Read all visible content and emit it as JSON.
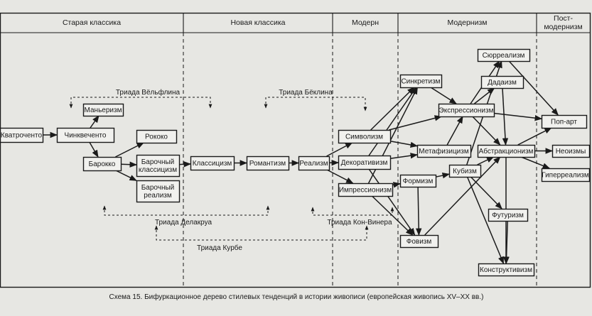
{
  "periods": [
    {
      "id": "old",
      "label": "Старая классика"
    },
    {
      "id": "new",
      "label": "Новая классика"
    },
    {
      "id": "modern",
      "label": "Модерн"
    },
    {
      "id": "modernism",
      "label": "Модернизм"
    },
    {
      "id": "post",
      "label_lines": [
        "Пост-",
        "модернизм"
      ]
    }
  ],
  "nodes": [
    {
      "id": "kvatrochento",
      "lines": [
        "Кватроченто"
      ]
    },
    {
      "id": "chinkvechento",
      "lines": [
        "Чинквеченто"
      ]
    },
    {
      "id": "manierizm",
      "lines": [
        "Маньеризм"
      ]
    },
    {
      "id": "barokko",
      "lines": [
        "Барокко"
      ]
    },
    {
      "id": "rokoko",
      "lines": [
        "Рококо"
      ]
    },
    {
      "id": "bar_klass",
      "lines": [
        "Барочный",
        "классицизм"
      ]
    },
    {
      "id": "bar_real",
      "lines": [
        "Барочный",
        "реализм"
      ]
    },
    {
      "id": "klassicizm",
      "lines": [
        "Классицизм"
      ]
    },
    {
      "id": "romantizm",
      "lines": [
        "Романтизм"
      ]
    },
    {
      "id": "realizm",
      "lines": [
        "Реализм"
      ]
    },
    {
      "id": "simvolizm",
      "lines": [
        "Символизм"
      ]
    },
    {
      "id": "dekorativizm",
      "lines": [
        "Декоративизм"
      ]
    },
    {
      "id": "impressionizm",
      "lines": [
        "Импрессионизм"
      ]
    },
    {
      "id": "sinkretizm",
      "lines": [
        "Синкретизм"
      ]
    },
    {
      "id": "formizm",
      "lines": [
        "Формизм"
      ]
    },
    {
      "id": "fovizm",
      "lines": [
        "Фовизм"
      ]
    },
    {
      "id": "metafizicizm",
      "lines": [
        "Метафизицизм"
      ]
    },
    {
      "id": "ekspressionizm",
      "lines": [
        "Экспрессионизм"
      ]
    },
    {
      "id": "syurrealizm",
      "lines": [
        "Сюрреализм"
      ]
    },
    {
      "id": "dadaizm",
      "lines": [
        "Дадаизм"
      ]
    },
    {
      "id": "kubizm",
      "lines": [
        "Кубизм"
      ]
    },
    {
      "id": "abstrakcionizm",
      "lines": [
        "Абстракционизм"
      ]
    },
    {
      "id": "futurizm",
      "lines": [
        "Футуризм"
      ]
    },
    {
      "id": "konstruktivizm",
      "lines": [
        "Конструктивизм"
      ]
    },
    {
      "id": "pop_art",
      "lines": [
        "Поп-арт"
      ]
    },
    {
      "id": "neosizmy",
      "lines": [
        "Неоизмы"
      ]
    },
    {
      "id": "giperrealizm",
      "lines": [
        "Гиперреализм"
      ]
    }
  ],
  "edges": [
    [
      "kvatrochento",
      "chinkvechento"
    ],
    [
      "chinkvechento",
      "manierizm"
    ],
    [
      "chinkvechento",
      "barokko"
    ],
    [
      "barokko",
      "rokoko"
    ],
    [
      "barokko",
      "bar_klass"
    ],
    [
      "barokko",
      "bar_real"
    ],
    [
      "bar_klass",
      "klassicizm"
    ],
    [
      "klassicizm",
      "romantizm"
    ],
    [
      "romantizm",
      "realizm"
    ],
    [
      "realizm",
      "simvolizm"
    ],
    [
      "realizm",
      "dekorativizm"
    ],
    [
      "realizm",
      "impressionizm"
    ],
    [
      "simvolizm",
      "sinkretizm"
    ],
    [
      "simvolizm",
      "ekspressionizm"
    ],
    [
      "simvolizm",
      "metafizicizm"
    ],
    [
      "dekorativizm",
      "sinkretizm"
    ],
    [
      "dekorativizm",
      "metafizicizm"
    ],
    [
      "impressionizm",
      "sinkretizm"
    ],
    [
      "impressionizm",
      "formizm"
    ],
    [
      "impressionizm",
      "fovizm"
    ],
    [
      "formizm",
      "kubizm"
    ],
    [
      "formizm",
      "fovizm"
    ],
    [
      "dekorativizm",
      "fovizm"
    ],
    [
      "fovizm",
      "abstrakcionizm"
    ],
    [
      "metafizicizm",
      "ekspressionizm"
    ],
    [
      "sinkretizm",
      "ekspressionizm"
    ],
    [
      "ekspressionizm",
      "syurrealizm"
    ],
    [
      "ekspressionizm",
      "dadaizm"
    ],
    [
      "ekspressionizm",
      "abstrakcionizm"
    ],
    [
      "ekspressionizm",
      "pop_art"
    ],
    [
      "dadaizm",
      "abstrakcionizm"
    ],
    [
      "kubizm",
      "abstrakcionizm"
    ],
    [
      "kubizm",
      "futurizm"
    ],
    [
      "kubizm",
      "konstruktivizm"
    ],
    [
      "kubizm",
      "syurrealizm"
    ],
    [
      "futurizm",
      "konstruktivizm"
    ],
    [
      "abstrakcionizm",
      "konstruktivizm"
    ],
    [
      "abstrakcionizm",
      "pop_art"
    ],
    [
      "abstrakcionizm",
      "neosizmy"
    ],
    [
      "abstrakcionizm",
      "giperrealizm"
    ],
    [
      "syurrealizm",
      "pop_art"
    ]
  ],
  "triads": [
    {
      "id": "wolfflin",
      "label": "Триада Вёльфлина"
    },
    {
      "id": "boecklin",
      "label": "Триада   Бёклина"
    },
    {
      "id": "delacroix",
      "label": "Триада Делакруа"
    },
    {
      "id": "kon_viner",
      "label": "Триада Кон-Винера"
    },
    {
      "id": "courbet",
      "label": "Триада Курбе"
    }
  ],
  "caption": "Схема 15. Бифуркационное дерево стилевых тенденций   в истории живописи (европейская живопись XV–XX вв.)",
  "colors": {
    "background": "#e7e7e3",
    "ink": "#1a1a1a",
    "box_fill": "#f1f1ee"
  }
}
